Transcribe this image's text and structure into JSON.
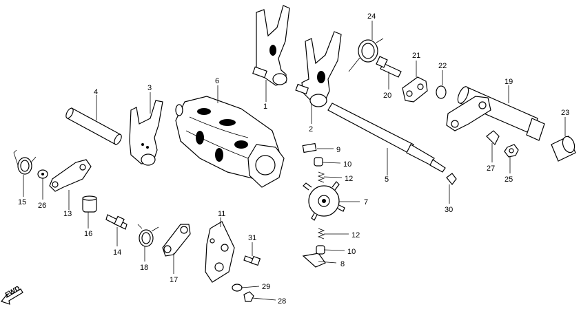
{
  "diagram": {
    "fwd_label": "FWD",
    "labels": [
      "1",
      "2",
      "3",
      "4",
      "5",
      "6",
      "7",
      "8",
      "9",
      "10",
      "10",
      "11",
      "12",
      "12",
      "13",
      "14",
      "15",
      "16",
      "17",
      "18",
      "19",
      "20",
      "21",
      "22",
      "23",
      "24",
      "25",
      "26",
      "27",
      "28",
      "29",
      "30",
      "31"
    ]
  }
}
